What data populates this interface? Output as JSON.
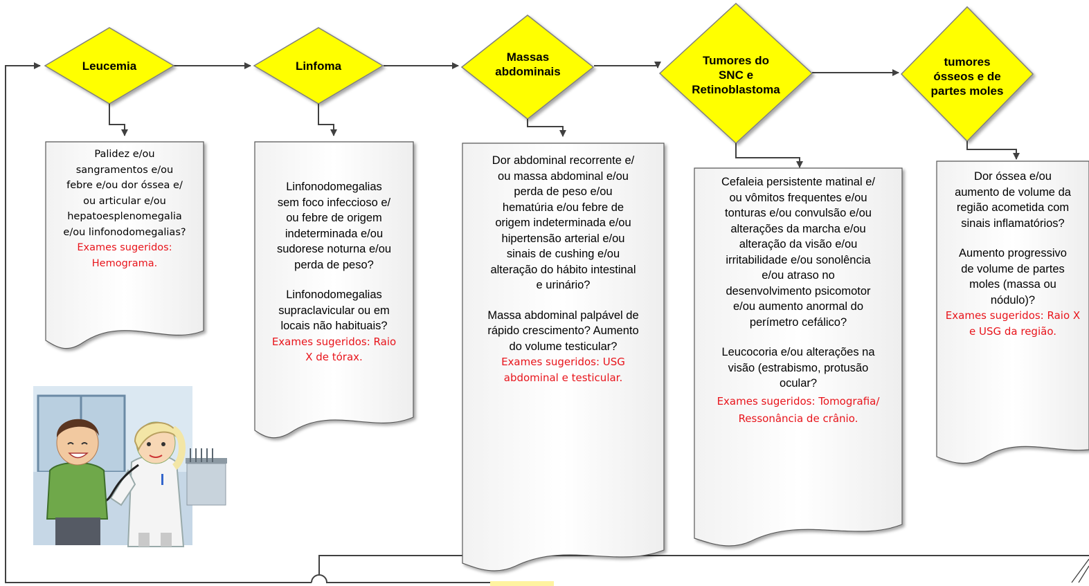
{
  "diagram": {
    "steps": [
      {
        "id": "leucemia",
        "title_lines": [
          "Leucemia"
        ],
        "body_lines": [
          "Palidez e/ou",
          "sangramentos e/ou",
          "febre e/ou dor óssea e/",
          "ou articular e/ou",
          "hepatoesplenomegalia",
          "e/ou linfonodomegalias?"
        ],
        "exam_lines": [
          "Exames sugeridos:",
          "Hemograma."
        ]
      },
      {
        "id": "linfoma",
        "title_lines": [
          "Linfoma"
        ],
        "body_lines": [
          "Linfonodomegalias",
          "sem foco infeccioso e/",
          "ou febre de origem",
          "indeterminada e/ou",
          "sudorese noturna e/ou",
          "perda de peso?",
          "",
          "Linfonodomegalias",
          "supraclavicular ou em",
          "locais não habituais?"
        ],
        "exam_lines": [
          "Exames sugeridos: Raio",
          "X de tórax."
        ]
      },
      {
        "id": "massas",
        "title_lines": [
          "Massas",
          "abdominais"
        ],
        "body_lines": [
          "Dor abdominal recorrente e/",
          "ou massa abdominal e/ou",
          "perda de peso e/ou",
          "hematúria e/ou febre de",
          "origem indeterminada e/ou",
          "hipertensão arterial e/ou",
          "sinais de cushing e/ou",
          "alteração do hábito intestinal",
          "e urinário?",
          "",
          "Massa abdominal palpável de",
          "rápido crescimento? Aumento",
          "do volume testicular?"
        ],
        "exam_lines": [
          "Exames sugeridos: USG",
          "abdominal e testicular."
        ]
      },
      {
        "id": "snc",
        "title_lines": [
          "Tumores do",
          "SNC e",
          "Retinoblastoma"
        ],
        "body_lines": [
          "Cefaleia persistente matinal e/",
          "ou vômitos frequentes e/ou",
          "tonturas e/ou convulsão e/ou",
          "alterações da marcha e/ou",
          "alteração da visão e/ou",
          "irritabilidade e/ou sonolência",
          "e/ou atraso no",
          "desenvolvimento psicomotor",
          "e/ou aumento anormal do",
          "perímetro cefálico?",
          "",
          "Leucocoria e/ou alterações na",
          "visão (estrabismo, protusão",
          "ocular?"
        ],
        "exam_lines": [
          "Exames sugeridos: Tomografia/",
          "Ressonância de crânio."
        ]
      },
      {
        "id": "osseos",
        "title_lines": [
          "tumores",
          "ósseos e de",
          "partes moles"
        ],
        "body_lines": [
          "Dor óssea e/ou",
          "aumento de volume da",
          "região acometida com",
          "sinais inflamatórios?",
          "",
          "Aumento progressivo",
          "de volume de partes",
          "moles (massa ou",
          "nódulo)?"
        ],
        "exam_lines": [
          "Exames sugeridos: Raio X",
          "e USG da região."
        ]
      }
    ],
    "colors": {
      "diamond_fill": "#ffff00",
      "diamond_stroke": "#7f7f7f",
      "exam_text": "#e8141b",
      "arrow": "#404040"
    },
    "illustration": "doctor-examining-child"
  }
}
